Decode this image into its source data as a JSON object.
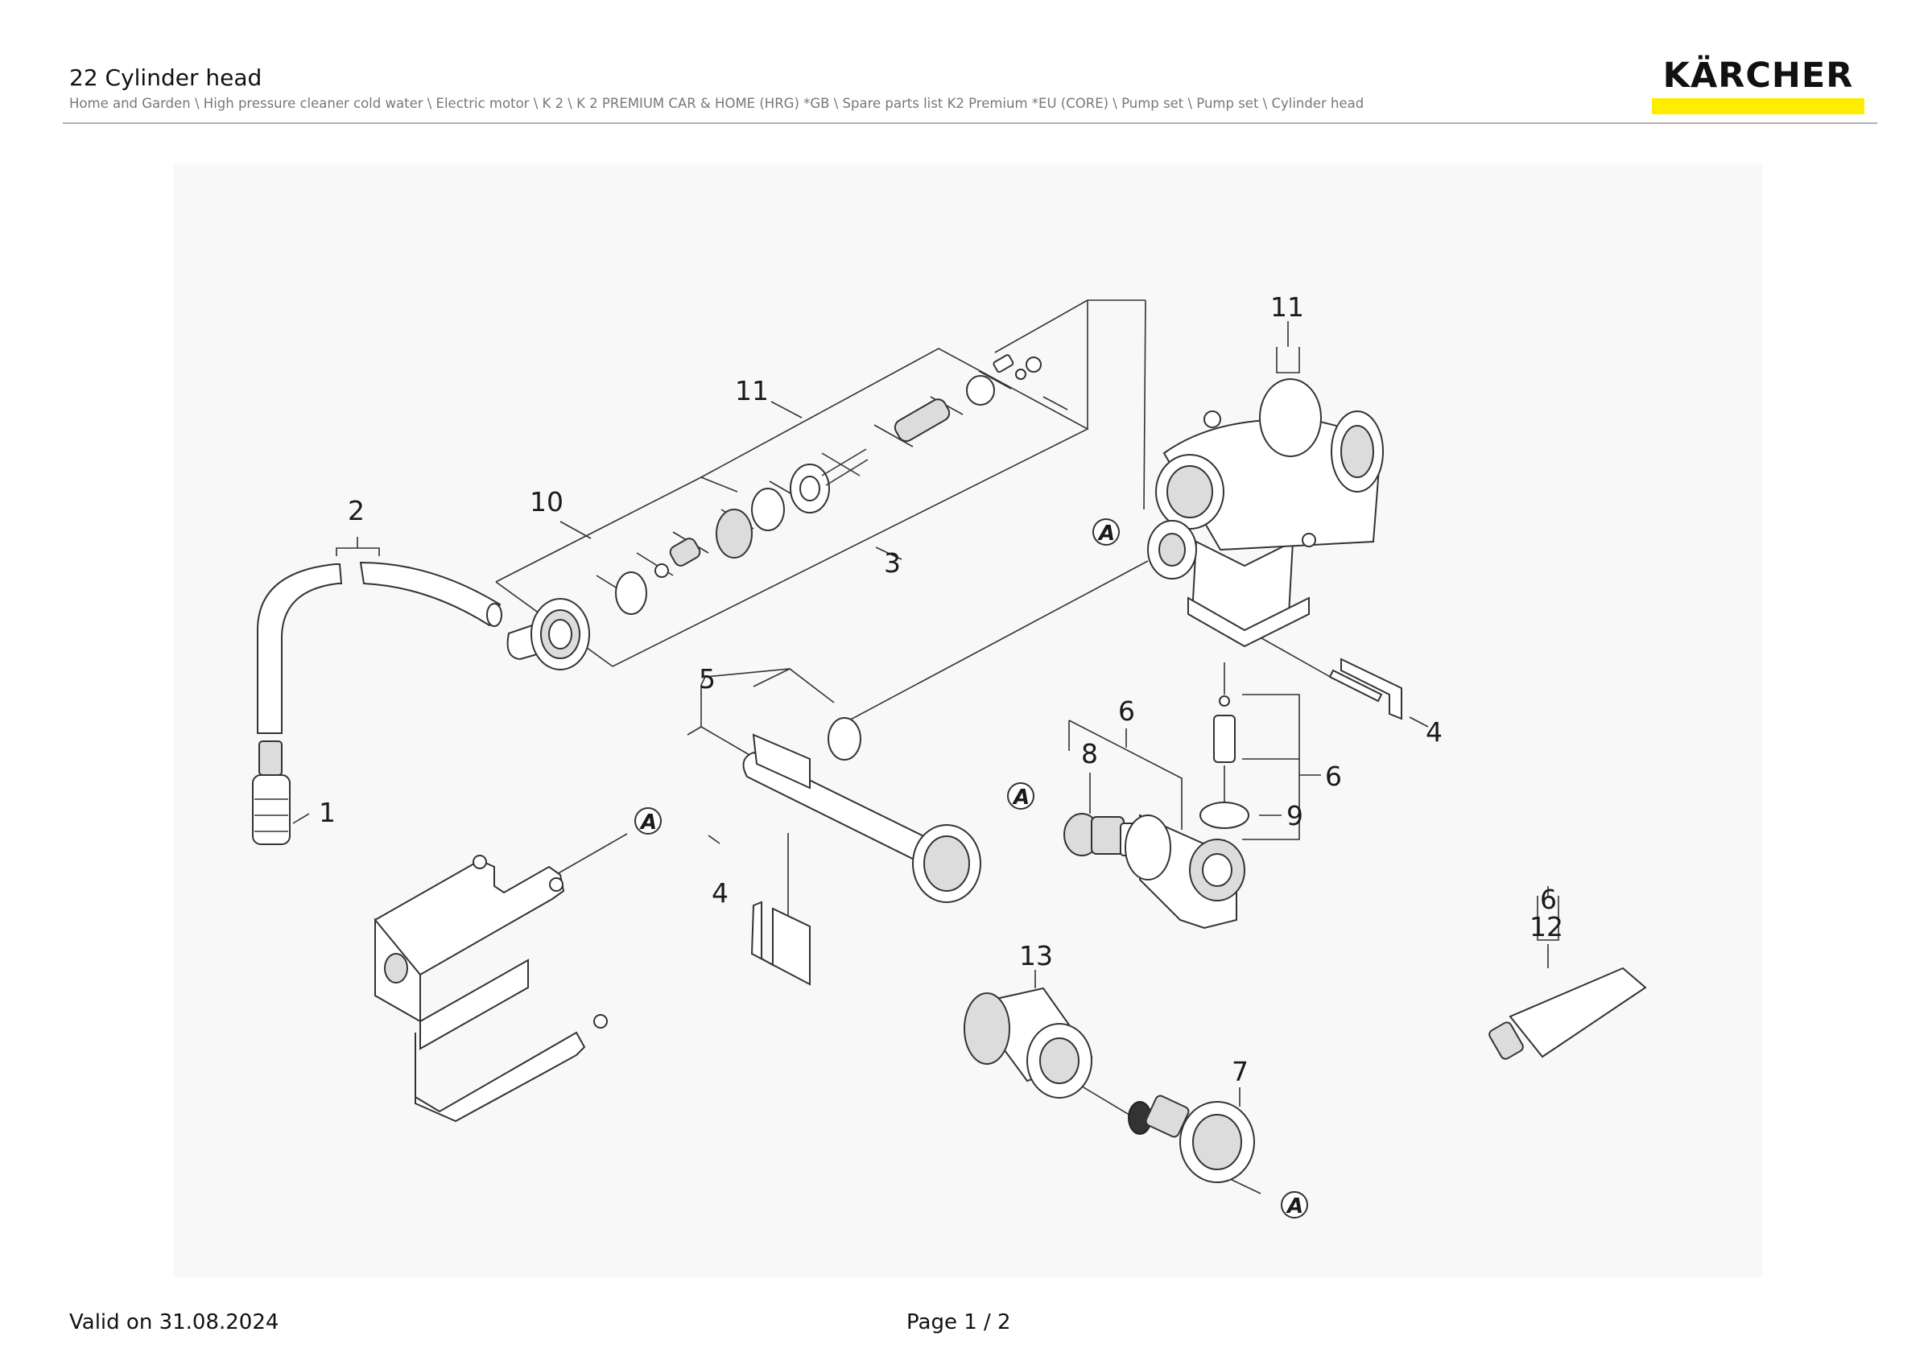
{
  "header": {
    "title": "22 Cylinder head",
    "breadcrumb": "Home and Garden \\ High pressure cleaner cold water \\ Electric motor \\ K 2 \\ K 2 PREMIUM CAR & HOME (HRG) *GB \\ Spare parts list K2 Premium *EU (CORE) \\ Pump set \\ Pump set \\ Cylinder head",
    "logo_text": "KÄRCHER",
    "logo_color": "#ffed00"
  },
  "drawing": {
    "callouts": {
      "p1": "1",
      "p2": "2",
      "p3": "3",
      "p4a": "4",
      "p4b": "4",
      "p5": "5",
      "p6a": "6",
      "p6b": "6",
      "p6c": "6",
      "p7": "7",
      "p8": "8",
      "p9": "9",
      "p10": "10",
      "p11a": "11",
      "p11b": "11",
      "p12": "12",
      "p13": "13"
    },
    "detail_marker": "A"
  },
  "footer": {
    "valid": "Valid on 31.08.2024",
    "page": "Page 1 / 2"
  }
}
